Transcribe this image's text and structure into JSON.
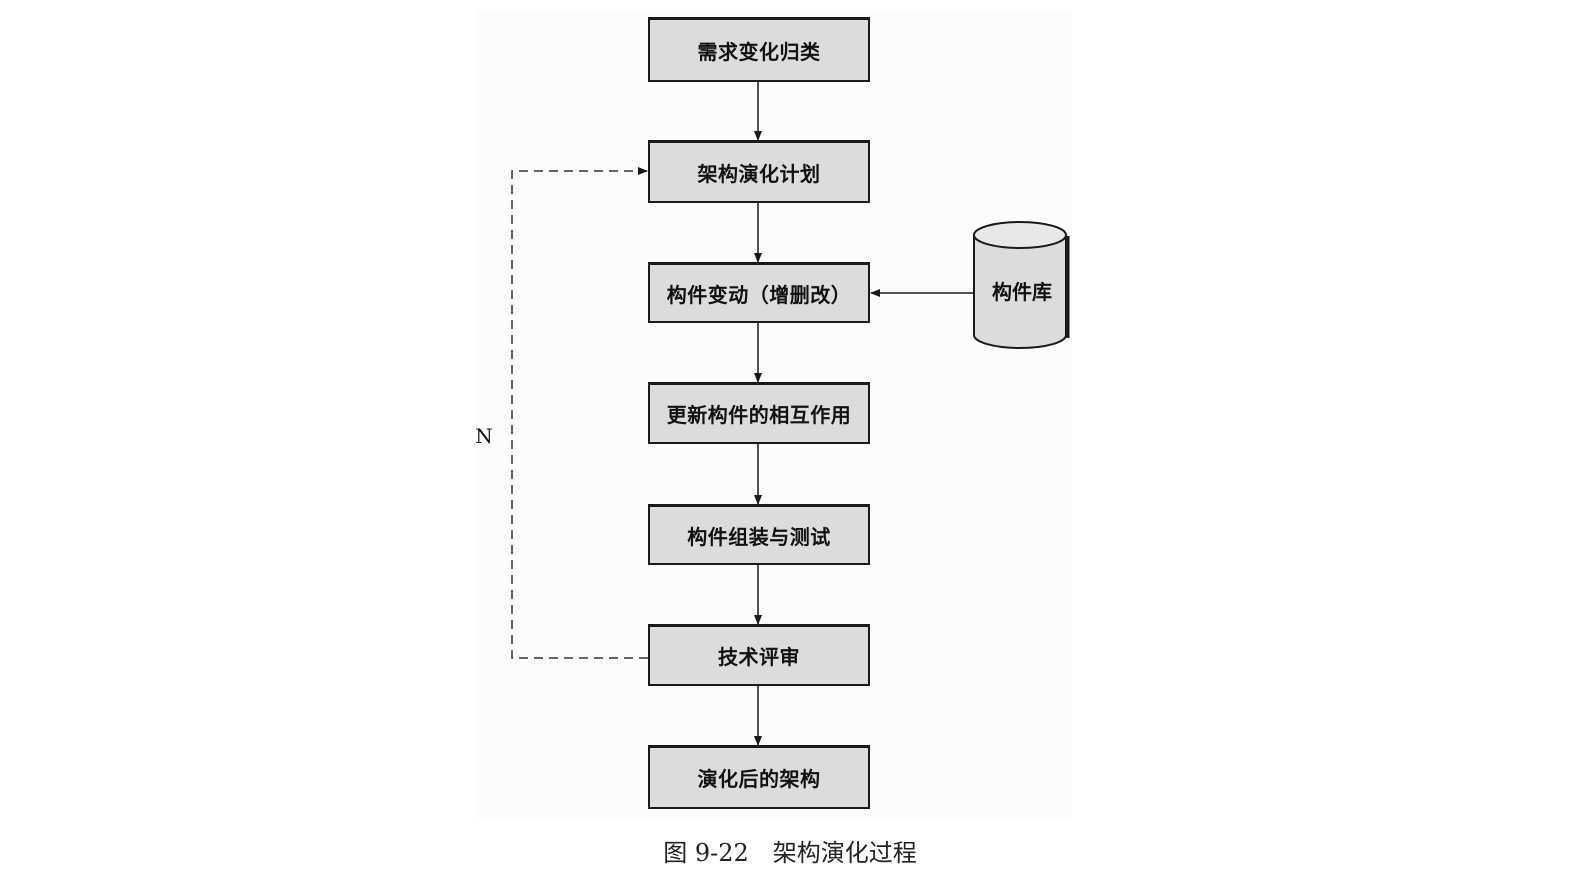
{
  "diagram": {
    "nodes": [
      {
        "id": "n1",
        "label": "需求变化归类"
      },
      {
        "id": "n2",
        "label": "架构演化计划"
      },
      {
        "id": "n3",
        "label": "构件变动（增删改）"
      },
      {
        "id": "n4",
        "label": "更新构件的相互作用"
      },
      {
        "id": "n5",
        "label": "构件组装与测试"
      },
      {
        "id": "n6",
        "label": "技术评审"
      },
      {
        "id": "n7",
        "label": "演化后的架构"
      }
    ],
    "database": {
      "label": "构件库"
    },
    "edges": [
      {
        "from": "n1",
        "to": "n2",
        "style": "solid"
      },
      {
        "from": "n2",
        "to": "n3",
        "style": "solid"
      },
      {
        "from": "n3",
        "to": "n4",
        "style": "solid"
      },
      {
        "from": "n4",
        "to": "n5",
        "style": "solid"
      },
      {
        "from": "n5",
        "to": "n6",
        "style": "solid"
      },
      {
        "from": "n6",
        "to": "n7",
        "style": "solid"
      },
      {
        "from": "database",
        "to": "n3",
        "style": "solid"
      },
      {
        "from": "n6",
        "to": "n2",
        "style": "dashed",
        "label": "N"
      }
    ],
    "loop_label": "N",
    "caption": "图 9-22　架构演化过程"
  },
  "colors": {
    "node_fill": "#dcdcdc",
    "stroke": "#1a1a1a",
    "background": "#ffffff"
  }
}
